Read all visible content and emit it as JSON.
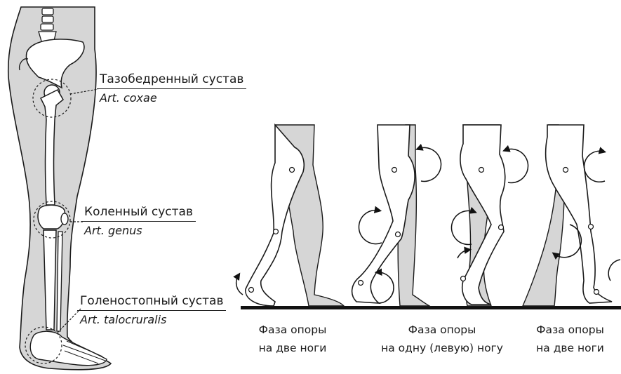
{
  "joints": [
    {
      "name": "Тазобедренный сустав",
      "latin": "Art. coxae"
    },
    {
      "name": "Коленный сустав",
      "latin": "Art. genus"
    },
    {
      "name": "Голеностопный сустав",
      "latin": "Art. talocruralis"
    }
  ],
  "phases": [
    {
      "line1": "Фаза опоры",
      "line2": "на две ноги"
    },
    {
      "line1": "Фаза опоры",
      "line2": "на одну (левую) ногу"
    },
    {
      "line1": "Фаза опоры",
      "line2": "на две ноги"
    }
  ],
  "colors": {
    "skin": "#d6d6d6",
    "outline": "#1a1a1a",
    "ground": "#111111",
    "background": "#ffffff"
  }
}
